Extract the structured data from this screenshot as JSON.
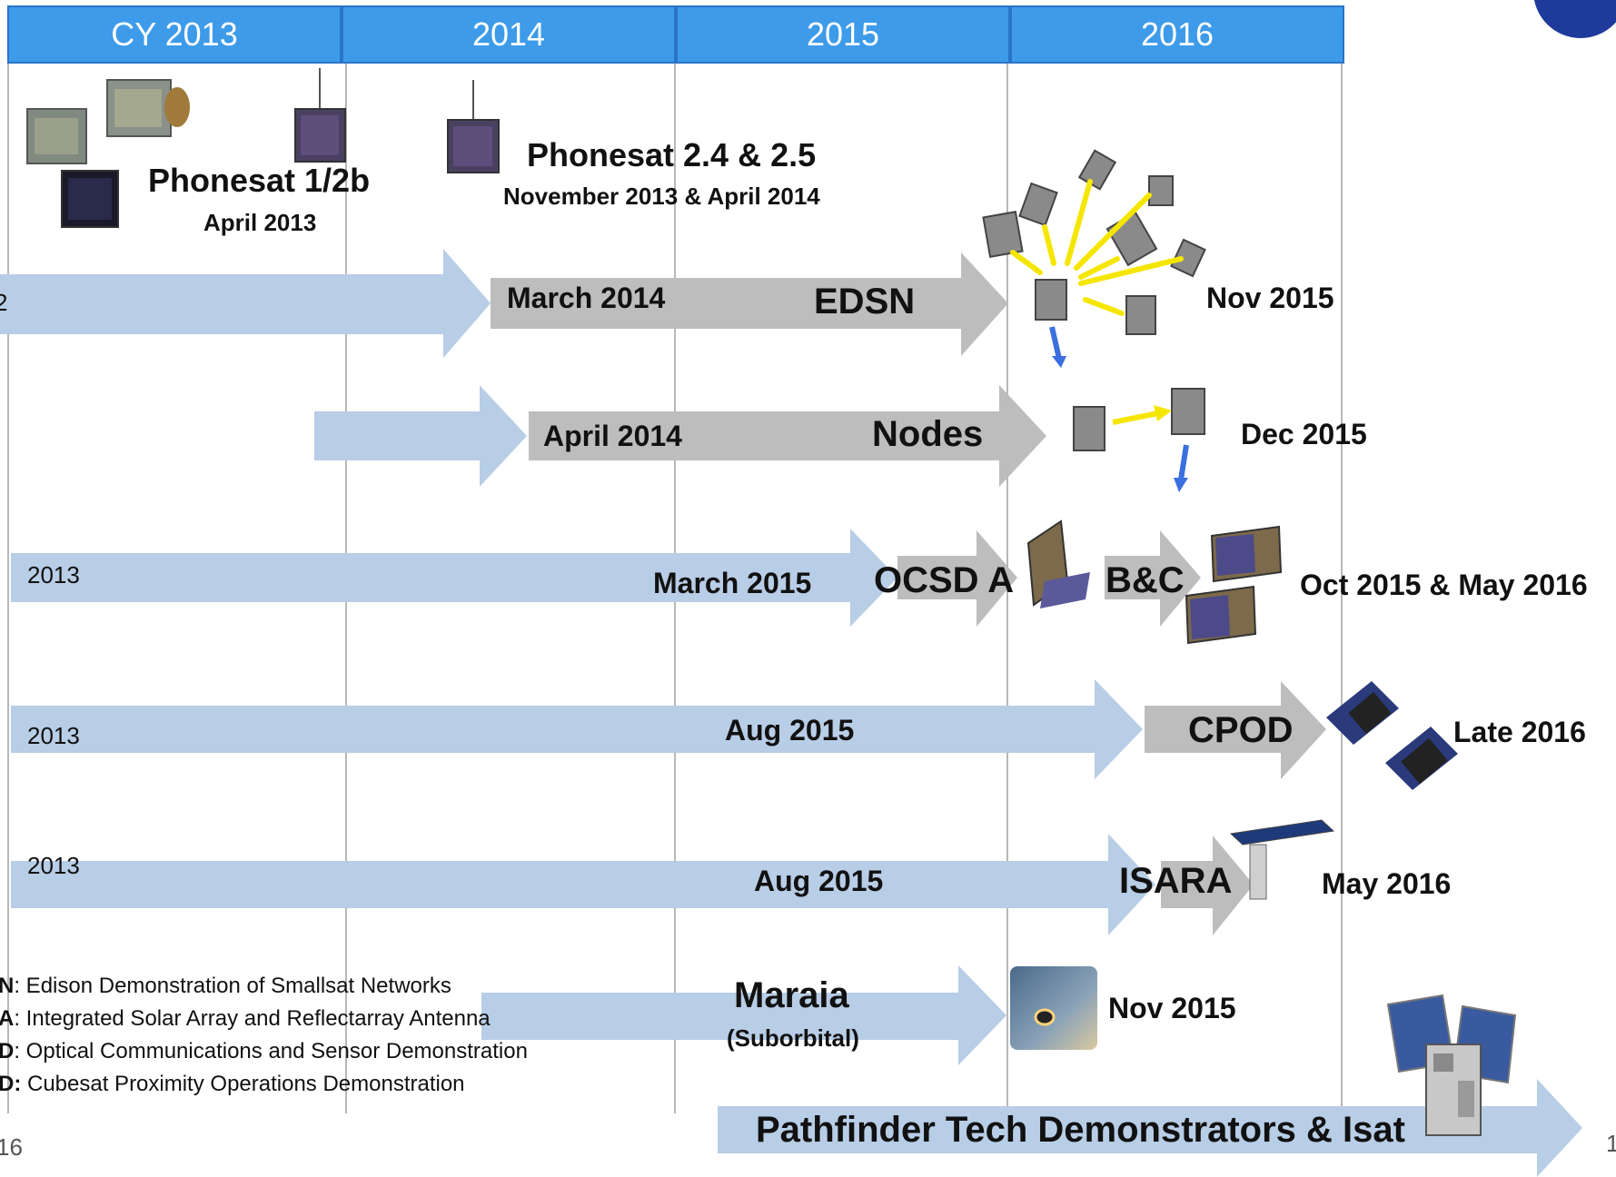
{
  "header": {
    "years": [
      "CY 2013",
      "2014",
      "2015",
      "2016"
    ]
  },
  "phonesat1": {
    "title": "Phonesat 1/2b",
    "date": "April 2013"
  },
  "phonesat2": {
    "title": "Phonesat 2.4 & 2.5",
    "date": "November 2013 & April 2014"
  },
  "edsn": {
    "start_fragment": "2",
    "start": "March 2014",
    "name": "EDSN",
    "launch": "Nov 2015"
  },
  "nodes": {
    "start": "April 2014",
    "name": "Nodes",
    "launch": "Dec 2015"
  },
  "ocsd": {
    "start": "2013",
    "milestone": "March 2015",
    "name_a": "OCSD A",
    "name_bc": "B&C",
    "launch": "Oct 2015 & May 2016"
  },
  "cpod": {
    "start": "2013",
    "milestone": "Aug 2015",
    "name": "CPOD",
    "launch": "Late 2016"
  },
  "isara": {
    "start": "2013",
    "milestone": "Aug 2015",
    "name": "ISARA",
    "launch": "May 2016"
  },
  "maraia": {
    "name": "Maraia",
    "sub": "(Suborbital)",
    "launch": "Nov 2015"
  },
  "pathfinder": {
    "label": "Pathfinder Tech Demonstrators & Isat"
  },
  "legend": [
    {
      "abbr": "N",
      "text": ": Edison Demonstration of Smallsat Networks"
    },
    {
      "abbr": "A",
      "text": ": Integrated Solar Array and Reflectarray Antenna"
    },
    {
      "abbr": "D",
      "text": ": Optical Communications and Sensor Demonstration"
    },
    {
      "abbr": "D:",
      "text": " Cubesat Proximity Operations Demonstration"
    }
  ],
  "footer": {
    "left_fragment": "16",
    "right_fragment": "1"
  },
  "colors": {
    "header_blue": "#3d9be9",
    "arrow_blue": "#b8cde6",
    "arrow_gray": "#bdbdbd",
    "yellow": "#f5e600",
    "blue_arrow": "#3b6fe0"
  }
}
